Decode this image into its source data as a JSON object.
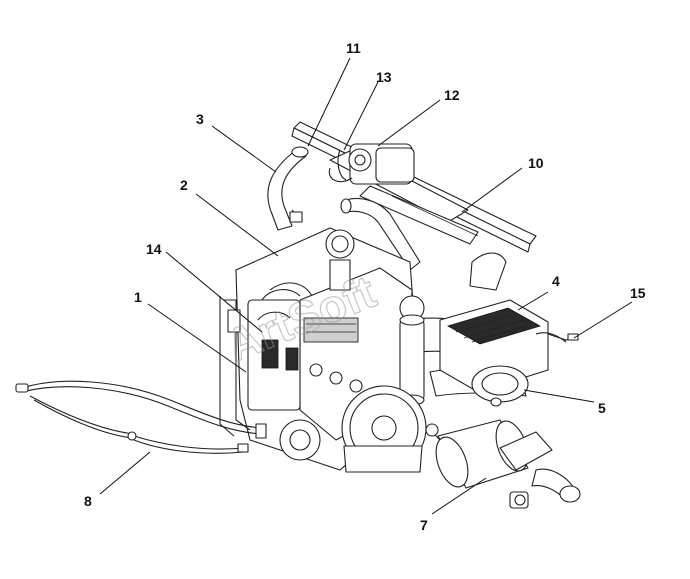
{
  "watermark": "ArtSoft",
  "callouts": [
    {
      "id": "1",
      "label": "1"
    },
    {
      "id": "2",
      "label": "2"
    },
    {
      "id": "3",
      "label": "3"
    },
    {
      "id": "4",
      "label": "4"
    },
    {
      "id": "5",
      "label": "5"
    },
    {
      "id": "7",
      "label": "7"
    },
    {
      "id": "8",
      "label": "8"
    },
    {
      "id": "10",
      "label": "10"
    },
    {
      "id": "11",
      "label": "11"
    },
    {
      "id": "12",
      "label": "12"
    },
    {
      "id": "13",
      "label": "13"
    },
    {
      "id": "14",
      "label": "14"
    },
    {
      "id": "15",
      "label": "15"
    }
  ]
}
